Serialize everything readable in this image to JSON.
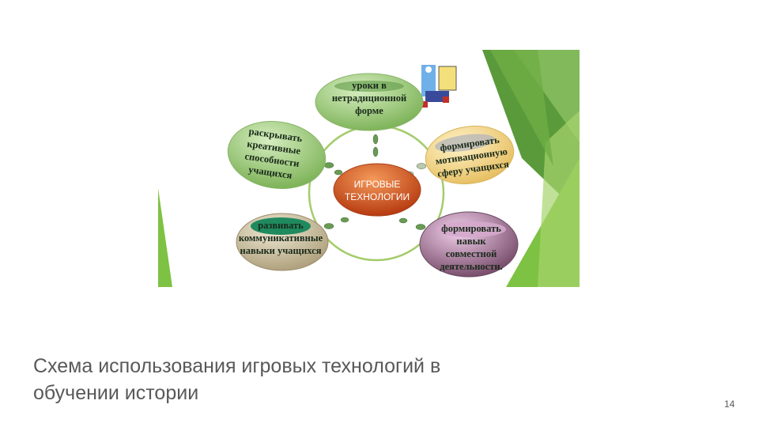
{
  "slide": {
    "title": "Схема использования игровых технологий в обучении истории",
    "page_number": "14"
  },
  "diagram": {
    "center": [
      "ИГРОВЫЕ",
      "ТЕХНОЛОГИИ"
    ],
    "nodes": {
      "top": [
        "уроки в",
        "нетрадиционной",
        "форме"
      ],
      "left": [
        "раскрывать",
        "креативные",
        "способности",
        "учащихся"
      ],
      "right": [
        "формировать",
        "мотивационную",
        "сферу учащихся"
      ],
      "bottom_left": [
        "развивать",
        "коммуникативные",
        "навыки учащихся"
      ],
      "bottom_right": [
        "формировать",
        "навык",
        "совместной",
        "деятельности."
      ]
    }
  },
  "colors": {
    "accent_green": "#7dc242",
    "title_gray": "#595959",
    "center_orange": "#d9531e"
  }
}
